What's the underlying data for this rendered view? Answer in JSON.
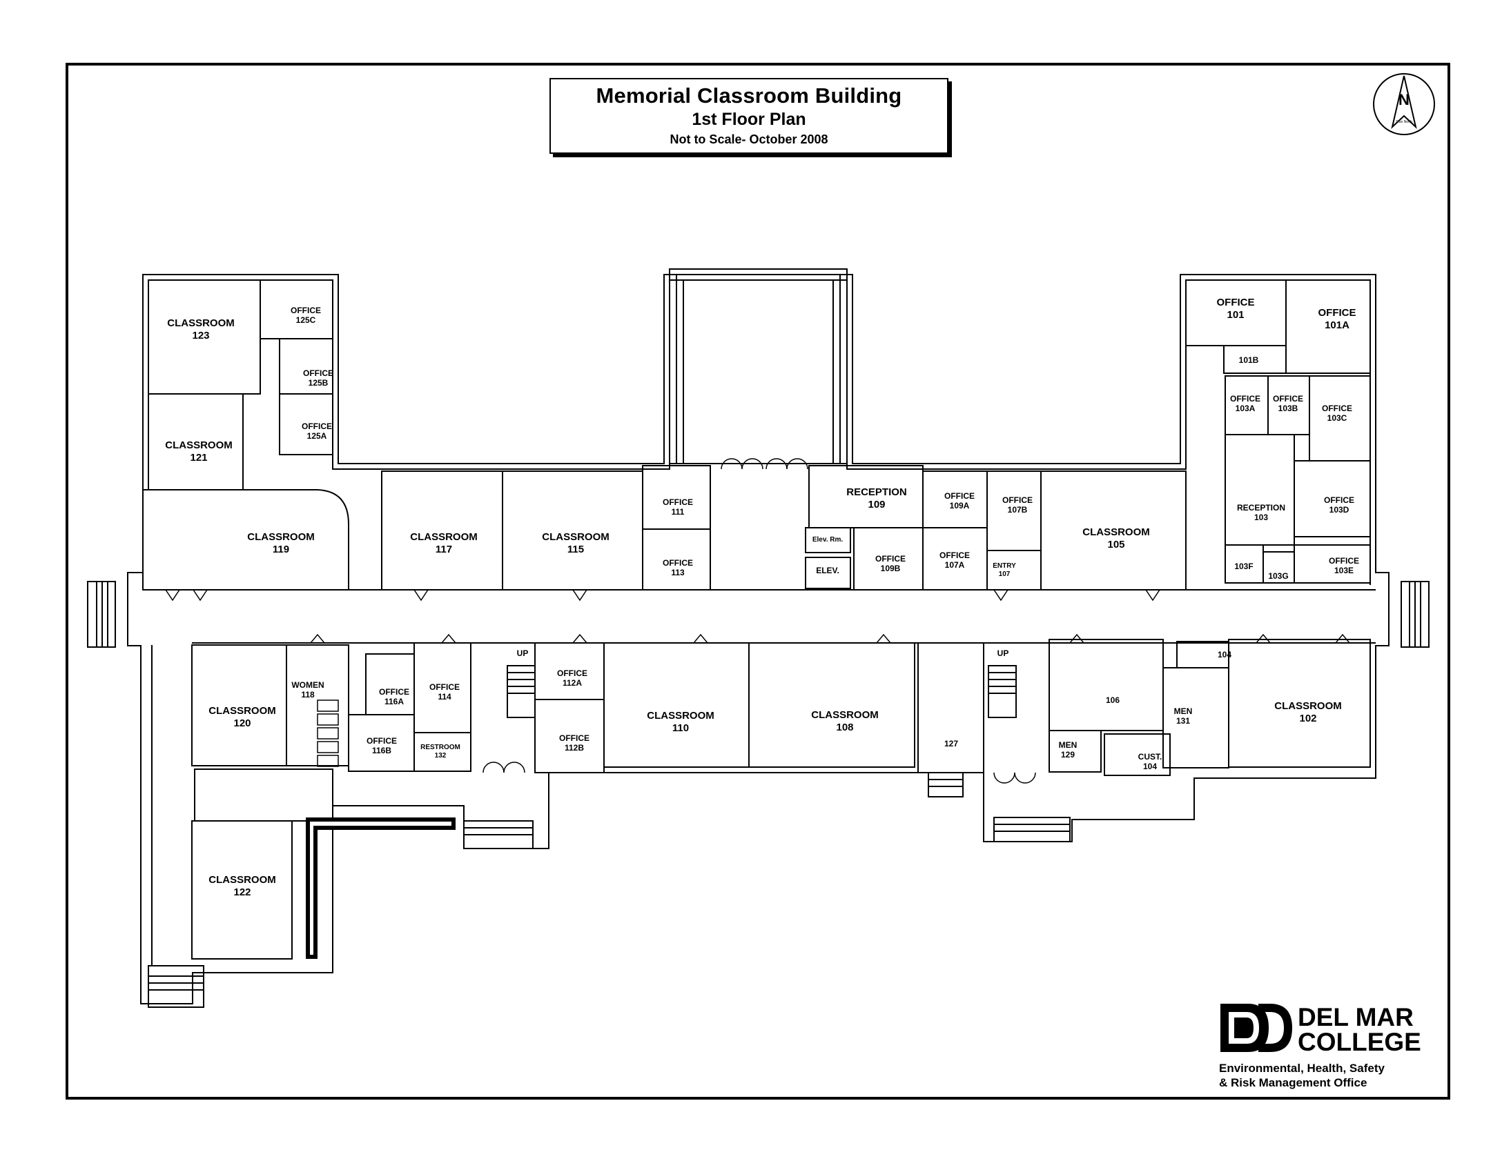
{
  "title": {
    "line1": "Memorial Classroom Building",
    "line2": "1st Floor Plan",
    "line3": "Not to Scale- October 2008"
  },
  "compass": {
    "letter": "N",
    "sub": "True North"
  },
  "logo": {
    "name_line1": "DEL MAR",
    "name_line2": "COLLEGE",
    "office_line1": "Environmental, Health, Safety",
    "office_line2": "& Risk Management Office"
  },
  "stair_labels": {
    "up_left": "UP",
    "up_right": "UP"
  },
  "rooms": [
    {
      "id": "r123",
      "name": "CLASSROOM",
      "num": "123"
    },
    {
      "id": "r125c",
      "name": "OFFICE",
      "num": "125C"
    },
    {
      "id": "r125b",
      "name": "OFFICE",
      "num": "125B"
    },
    {
      "id": "r125a",
      "name": "OFFICE",
      "num": "125A"
    },
    {
      "id": "r121",
      "name": "CLASSROOM",
      "num": "121"
    },
    {
      "id": "r119",
      "name": "CLASSROOM",
      "num": "119"
    },
    {
      "id": "r117",
      "name": "CLASSROOM",
      "num": "117"
    },
    {
      "id": "r115",
      "name": "CLASSROOM",
      "num": "115"
    },
    {
      "id": "r111",
      "name": "OFFICE",
      "num": "111"
    },
    {
      "id": "r113",
      "name": "OFFICE",
      "num": "113"
    },
    {
      "id": "r109",
      "name": "RECEPTION",
      "num": "109"
    },
    {
      "id": "relevrm",
      "name": "Elev. Rm.",
      "num": ""
    },
    {
      "id": "relev",
      "name": "ELEV.",
      "num": ""
    },
    {
      "id": "r109b",
      "name": "OFFICE",
      "num": "109B"
    },
    {
      "id": "r109a",
      "name": "OFFICE",
      "num": "109A"
    },
    {
      "id": "r107a",
      "name": "OFFICE",
      "num": "107A"
    },
    {
      "id": "r107b",
      "name": "OFFICE",
      "num": "107B"
    },
    {
      "id": "r107",
      "name": "ENTRY",
      "num": "107"
    },
    {
      "id": "r105",
      "name": "CLASSROOM",
      "num": "105"
    },
    {
      "id": "r101",
      "name": "OFFICE",
      "num": "101"
    },
    {
      "id": "r101a",
      "name": "OFFICE",
      "num": "101A"
    },
    {
      "id": "r101b",
      "name": "101B",
      "num": ""
    },
    {
      "id": "r103a",
      "name": "OFFICE",
      "num": "103A"
    },
    {
      "id": "r103b",
      "name": "OFFICE",
      "num": "103B"
    },
    {
      "id": "r103c",
      "name": "OFFICE",
      "num": "103C"
    },
    {
      "id": "r103",
      "name": "RECEPTION",
      "num": "103"
    },
    {
      "id": "r103d",
      "name": "OFFICE",
      "num": "103D"
    },
    {
      "id": "r103f",
      "name": "103F",
      "num": ""
    },
    {
      "id": "r103g",
      "name": "103G",
      "num": ""
    },
    {
      "id": "r103e",
      "name": "OFFICE",
      "num": "103E"
    },
    {
      "id": "r120",
      "name": "CLASSROOM",
      "num": "120"
    },
    {
      "id": "r118",
      "name": "WOMEN",
      "num": "118"
    },
    {
      "id": "r116a",
      "name": "OFFICE",
      "num": "116A"
    },
    {
      "id": "r114",
      "name": "OFFICE",
      "num": "114"
    },
    {
      "id": "r116b",
      "name": "OFFICE",
      "num": "116B"
    },
    {
      "id": "r132",
      "name": "RESTROOM",
      "num": "132"
    },
    {
      "id": "r112a",
      "name": "OFFICE",
      "num": "112A"
    },
    {
      "id": "r112b",
      "name": "OFFICE",
      "num": "112B"
    },
    {
      "id": "r110",
      "name": "CLASSROOM",
      "num": "110"
    },
    {
      "id": "r108",
      "name": "CLASSROOM",
      "num": "108"
    },
    {
      "id": "r127",
      "name": "127",
      "num": ""
    },
    {
      "id": "r106",
      "name": "106",
      "num": ""
    },
    {
      "id": "r129",
      "name": "MEN",
      "num": "129"
    },
    {
      "id": "r104c",
      "name": "CUST.",
      "num": "104"
    },
    {
      "id": "r104",
      "name": "104",
      "num": ""
    },
    {
      "id": "r131",
      "name": "MEN",
      "num": "131"
    },
    {
      "id": "r102",
      "name": "CLASSROOM",
      "num": "102"
    },
    {
      "id": "r122",
      "name": "CLASSROOM",
      "num": "122"
    }
  ]
}
